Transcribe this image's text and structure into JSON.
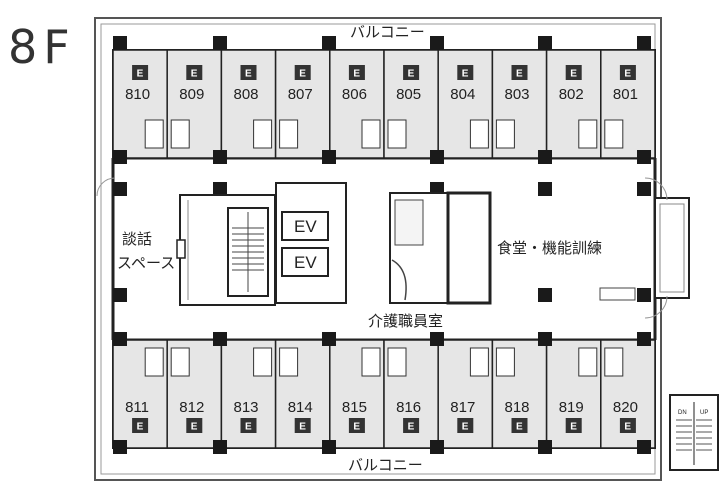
{
  "floor": "8F",
  "labels": {
    "balcony_top": "バルコニー",
    "balcony_bottom": "バルコニー",
    "lounge_line1": "談話",
    "lounge_line2": "スペース",
    "dining": "食堂・機能訓練",
    "staff_room": "介護職員室",
    "ev1": "EV",
    "ev2": "EV",
    "stair_dn": "DN",
    "stair_up": "UP"
  },
  "room_badge": "E",
  "rooms_top": [
    "810",
    "809",
    "808",
    "807",
    "806",
    "805",
    "804",
    "803",
    "802",
    "801"
  ],
  "rooms_bottom": [
    "811",
    "812",
    "813",
    "814",
    "815",
    "816",
    "817",
    "818",
    "819",
    "820"
  ],
  "colors": {
    "wall": "#1a1a1a",
    "room_fill": "#e6e6e6",
    "badge": "#333333"
  }
}
